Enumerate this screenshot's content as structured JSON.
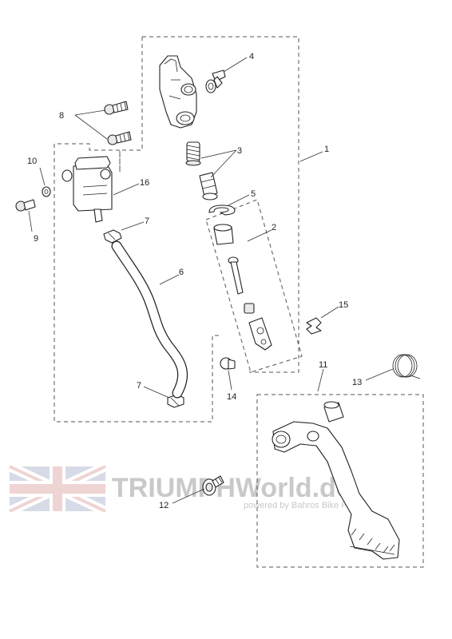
{
  "watermark": {
    "brand": "TRIUMPHWorld.de",
    "tagline": "powered by Bahros Bike Parts"
  },
  "callouts": [
    "1",
    "2",
    "3",
    "4",
    "5",
    "6",
    "7",
    "7",
    "8",
    "9",
    "10",
    "11",
    "12",
    "13",
    "14",
    "15",
    "16"
  ],
  "parts": [
    {
      "id": "master-cylinder",
      "callout": "1"
    },
    {
      "id": "piston-kit",
      "callout": "2"
    },
    {
      "id": "spring-and-seal",
      "callout": "3"
    },
    {
      "id": "banjo-elbow",
      "callout": "4"
    },
    {
      "id": "circlip",
      "callout": "5"
    },
    {
      "id": "hose",
      "callout": "6"
    },
    {
      "id": "hose-clip",
      "callout": "7"
    },
    {
      "id": "bolts",
      "callout": "8"
    },
    {
      "id": "reservoir-bolt",
      "callout": "9"
    },
    {
      "id": "washer",
      "callout": "10"
    },
    {
      "id": "brake-pedal",
      "callout": "11"
    },
    {
      "id": "pivot-bolt",
      "callout": "12"
    },
    {
      "id": "return-spring",
      "callout": "13"
    },
    {
      "id": "clevis-pin",
      "callout": "14"
    },
    {
      "id": "spring-clip",
      "callout": "15"
    },
    {
      "id": "reservoir",
      "callout": "16"
    }
  ],
  "colors": {
    "line": "#222222",
    "dashed-box": "#555555",
    "watermark-text": "#c9c9c9",
    "flag-blue": "#b8bfd4",
    "flag-red": "#e3b1b1"
  }
}
